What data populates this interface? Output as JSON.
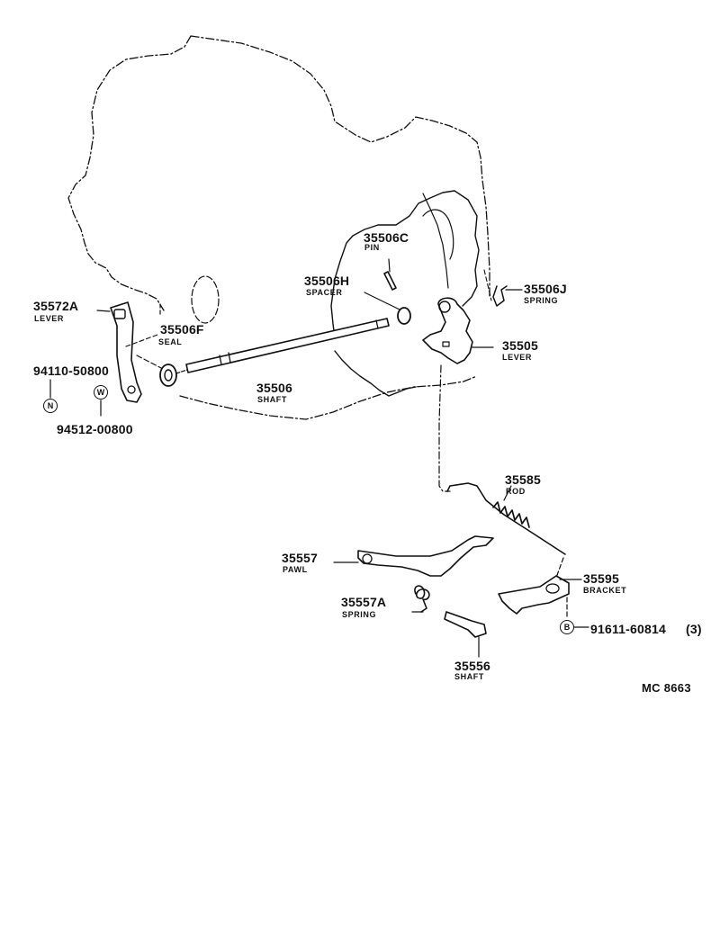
{
  "diagram_code": "MC 8663",
  "parts": [
    {
      "key": "p35572a",
      "number": "35572A",
      "name": "LEVER"
    },
    {
      "key": "p35506f",
      "number": "35506F",
      "name": "SEAL"
    },
    {
      "key": "p35506h",
      "number": "35506H",
      "name": "SPACER"
    },
    {
      "key": "p35506c",
      "number": "35506C",
      "name": "PIN"
    },
    {
      "key": "p35506j",
      "number": "35506J",
      "name": "SPRING"
    },
    {
      "key": "p35505",
      "number": "35505",
      "name": "LEVER"
    },
    {
      "key": "p35506",
      "number": "35506",
      "name": "SHAFT"
    },
    {
      "key": "p35585",
      "number": "35585",
      "name": "ROD"
    },
    {
      "key": "p35557",
      "number": "35557",
      "name": "PAWL"
    },
    {
      "key": "p35595",
      "number": "35595",
      "name": "BRACKET"
    },
    {
      "key": "p35557a",
      "number": "35557A",
      "name": "SPRING"
    },
    {
      "key": "p35556",
      "number": "35556",
      "name": "SHAFT"
    }
  ],
  "fasteners": [
    {
      "key": "f94110",
      "number": "94110-50800",
      "symbol": "N"
    },
    {
      "key": "f94512",
      "number": "94512-00800",
      "symbol": "W"
    },
    {
      "key": "f91611",
      "number": "91611-60814",
      "qty": "(3)",
      "symbol": "B"
    }
  ]
}
